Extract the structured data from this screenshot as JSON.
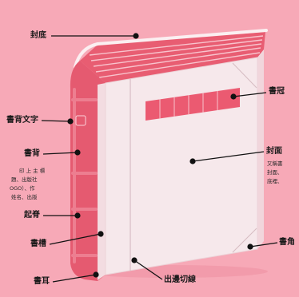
{
  "labels": {
    "back_cover": "封底",
    "head_band": "書冠",
    "spine_text": "書背文字",
    "spine": "書背",
    "spine_note": [
      "印 上 主 標",
      "題、出版社",
      "OGO）、作",
      "姓名、出版"
    ],
    "front_cover": "封面",
    "front_cover_note": [
      "又稱書",
      "封面、",
      "底裡、"
    ],
    "raised_band": "起脊",
    "groove": "書槽",
    "ear": "書耳",
    "edge_line": "出邊切線",
    "corner": "書角"
  },
  "colors": {
    "background": "#f7a9b7",
    "book_red": "#e65a70",
    "cover": "#f6e8eb",
    "leader": "#111111"
  }
}
